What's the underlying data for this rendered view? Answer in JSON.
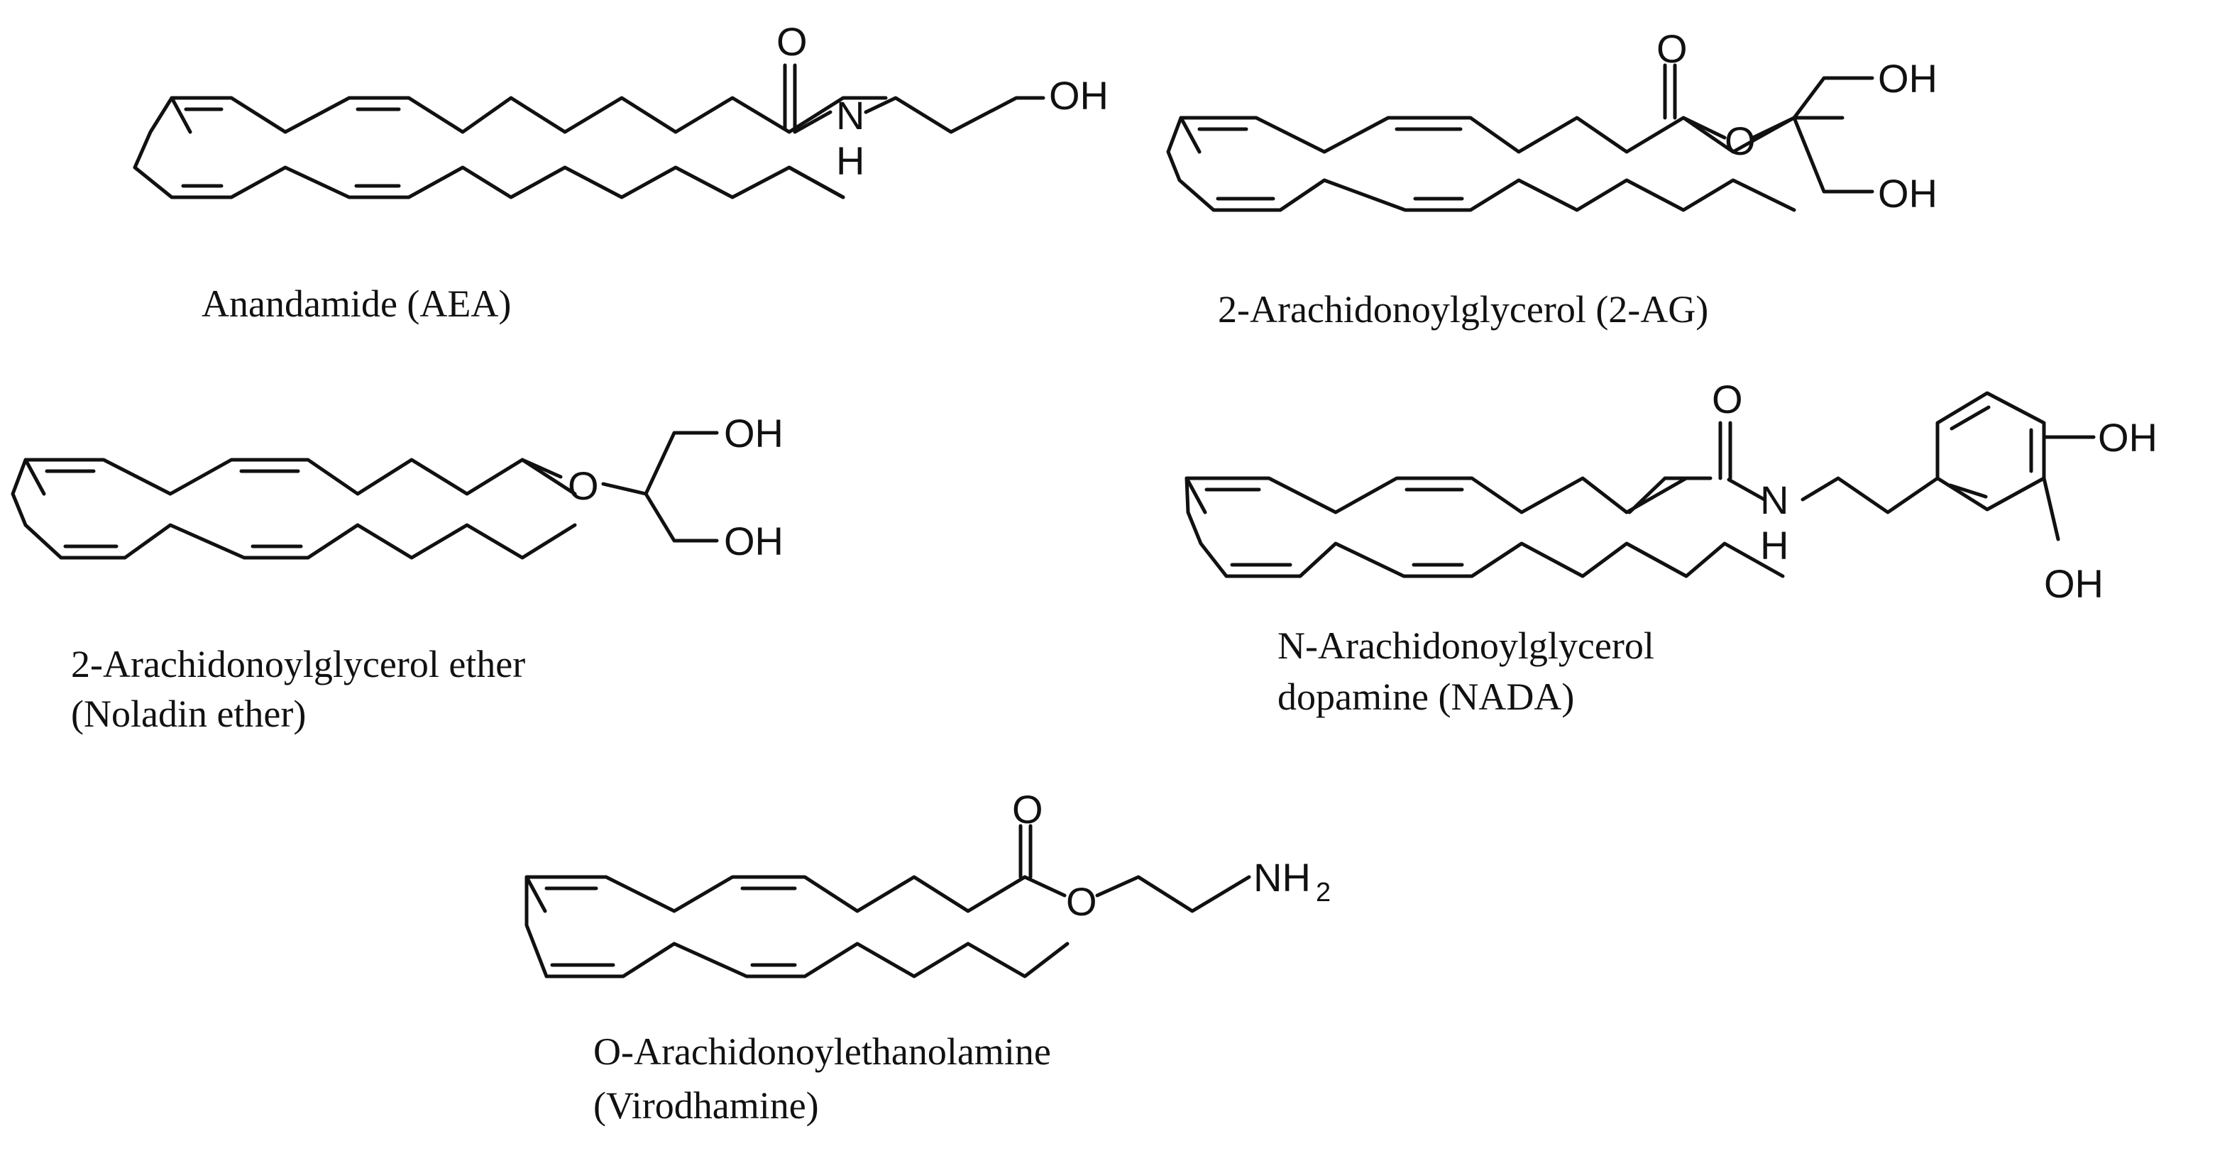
{
  "molecules": [
    {
      "id": "aea",
      "caption": [
        "Anandamide (AEA)"
      ],
      "atoms": {
        "o_carbonyl": "O",
        "n": "N",
        "h": "H",
        "oh": "OH"
      }
    },
    {
      "id": "2ag",
      "caption": [
        "2-Arachidonoylglycerol (2-AG)"
      ],
      "atoms": {
        "o_carbonyl": "O",
        "o_ester": "O",
        "oh_top": "OH",
        "oh_bottom": "OH"
      }
    },
    {
      "id": "noladin",
      "caption": [
        "2-Arachidonoylglycerol ether",
        "(Noladin ether)"
      ],
      "atoms": {
        "o_ether": "O",
        "oh_top": "OH",
        "oh_bottom": "OH"
      }
    },
    {
      "id": "nada",
      "caption": [
        "N-Arachidonoylglycerol",
        "dopamine (NADA)"
      ],
      "atoms": {
        "o_carbonyl": "O",
        "n": "N",
        "h": "H",
        "oh_right": "OH",
        "oh_bottom": "OH"
      }
    },
    {
      "id": "virodhamine",
      "caption": [
        "O-Arachidonoylethanolamine",
        "(Virodhamine)"
      ],
      "atoms": {
        "o_carbonyl": "O",
        "o_ester": "O",
        "nh": "NH",
        "nh_sub": "2"
      }
    }
  ]
}
